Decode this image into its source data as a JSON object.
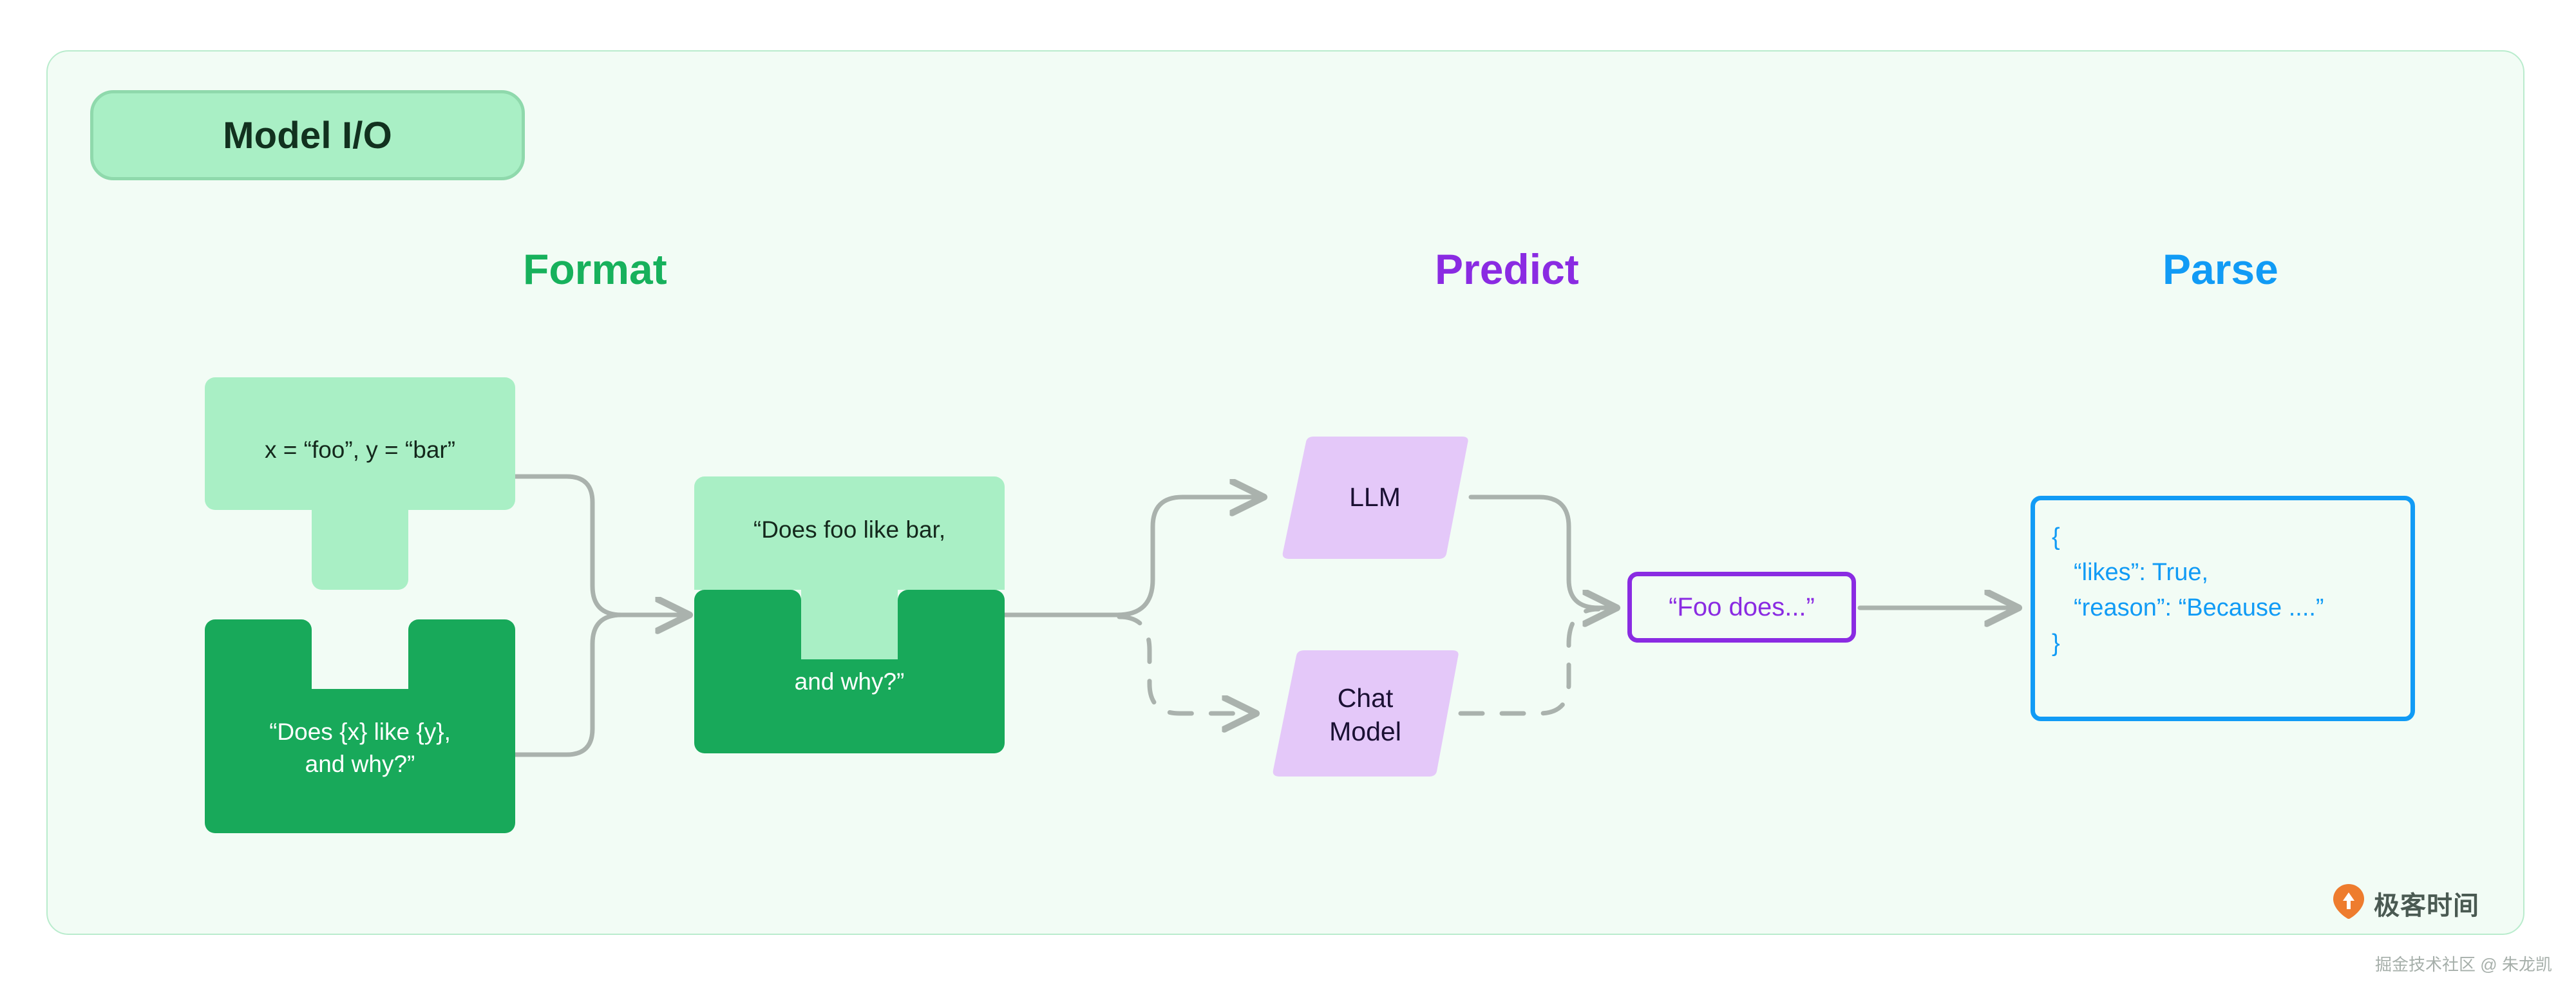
{
  "card": {
    "title_badge": "Model I/O"
  },
  "headers": {
    "format": "Format",
    "predict": "Predict",
    "parse": "Parse"
  },
  "format_stage": {
    "variables_piece": "x = “foo”, y = “bar”",
    "template_piece": "“Does {x} like {y},\nand why?”",
    "combined_piece_top": "“Does foo like bar,",
    "combined_piece_bottom": "and why?”"
  },
  "predict_stage": {
    "llm_label": "LLM",
    "chat_model_label": "Chat\nModel",
    "output_text": "“Foo does...”"
  },
  "parse_stage": {
    "json_lines": [
      "{",
      "“likes”: True,",
      "“reason”: “Because ....”",
      "}"
    ]
  },
  "watermark": {
    "brand": "极客时间",
    "credit": "掘金技术社区 @ 朱龙凯",
    "logo_icon": "geektime-logo-icon"
  },
  "colors": {
    "card_bg": "#F2FCF5",
    "card_border": "#B9ECCD",
    "badge_fill": "#A9EFC5",
    "badge_border": "#8FD9AC",
    "light_green": "#A9EFC5",
    "dark_green": "#18A95A",
    "format_green": "#17B15C",
    "predict_purple": "#8A2BE2",
    "parse_blue": "#119BF5",
    "parallelogram_purple": "#E4C8F9",
    "wire_gray": "#AAB2AD"
  }
}
